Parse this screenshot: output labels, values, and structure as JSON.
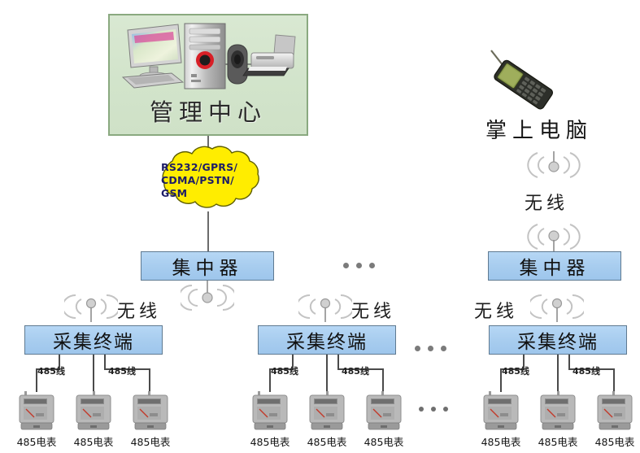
{
  "diagram": {
    "title_alt": "485 meter reading system topology",
    "colors": {
      "mgmt_fill": "#d5e6ce",
      "mgmt_border": "#8aa980",
      "cloud_fill": "#ffed00",
      "cloud_border": "#6b6b00",
      "box_fill": "#a9cdef",
      "box_border": "#5f7a91",
      "line": "#6b6b6b",
      "cloud_text": "#1d1d66"
    }
  },
  "management_center": {
    "label": "管理中心",
    "devices": [
      "monitor-icon",
      "keyboard-icon",
      "tower-pc-icon",
      "speaker-icon",
      "printer-icon"
    ]
  },
  "cloud": {
    "lines": [
      "RS232/GPRS/",
      "CDMA/PSTN/",
      "GSM"
    ],
    "text": "RS232/GPRS/CDMA/PSTN/GSM"
  },
  "pda": {
    "label": "掌上电脑",
    "wireless_label": "无线",
    "icon": "pda-handheld-icon"
  },
  "concentrators": [
    {
      "label": "集中器"
    },
    {
      "label": "集中器"
    }
  ],
  "terminals": [
    {
      "label": "采集终端",
      "wireless_label": "无线"
    },
    {
      "label": "采集终端",
      "wireless_label": "无线"
    },
    {
      "label": "采集终端",
      "wireless_label": "无线"
    }
  ],
  "bus_labels": {
    "left": "485线",
    "right": "485线"
  },
  "meters": {
    "label": "485电表",
    "groups": [
      [
        "485电表",
        "485电表",
        "485电表"
      ],
      [
        "485电表",
        "485电表",
        "485电表"
      ],
      [
        "485电表",
        "485电表",
        "485电表"
      ]
    ]
  },
  "ellipsis": {
    "glyph": "• • •",
    "count": 3
  }
}
